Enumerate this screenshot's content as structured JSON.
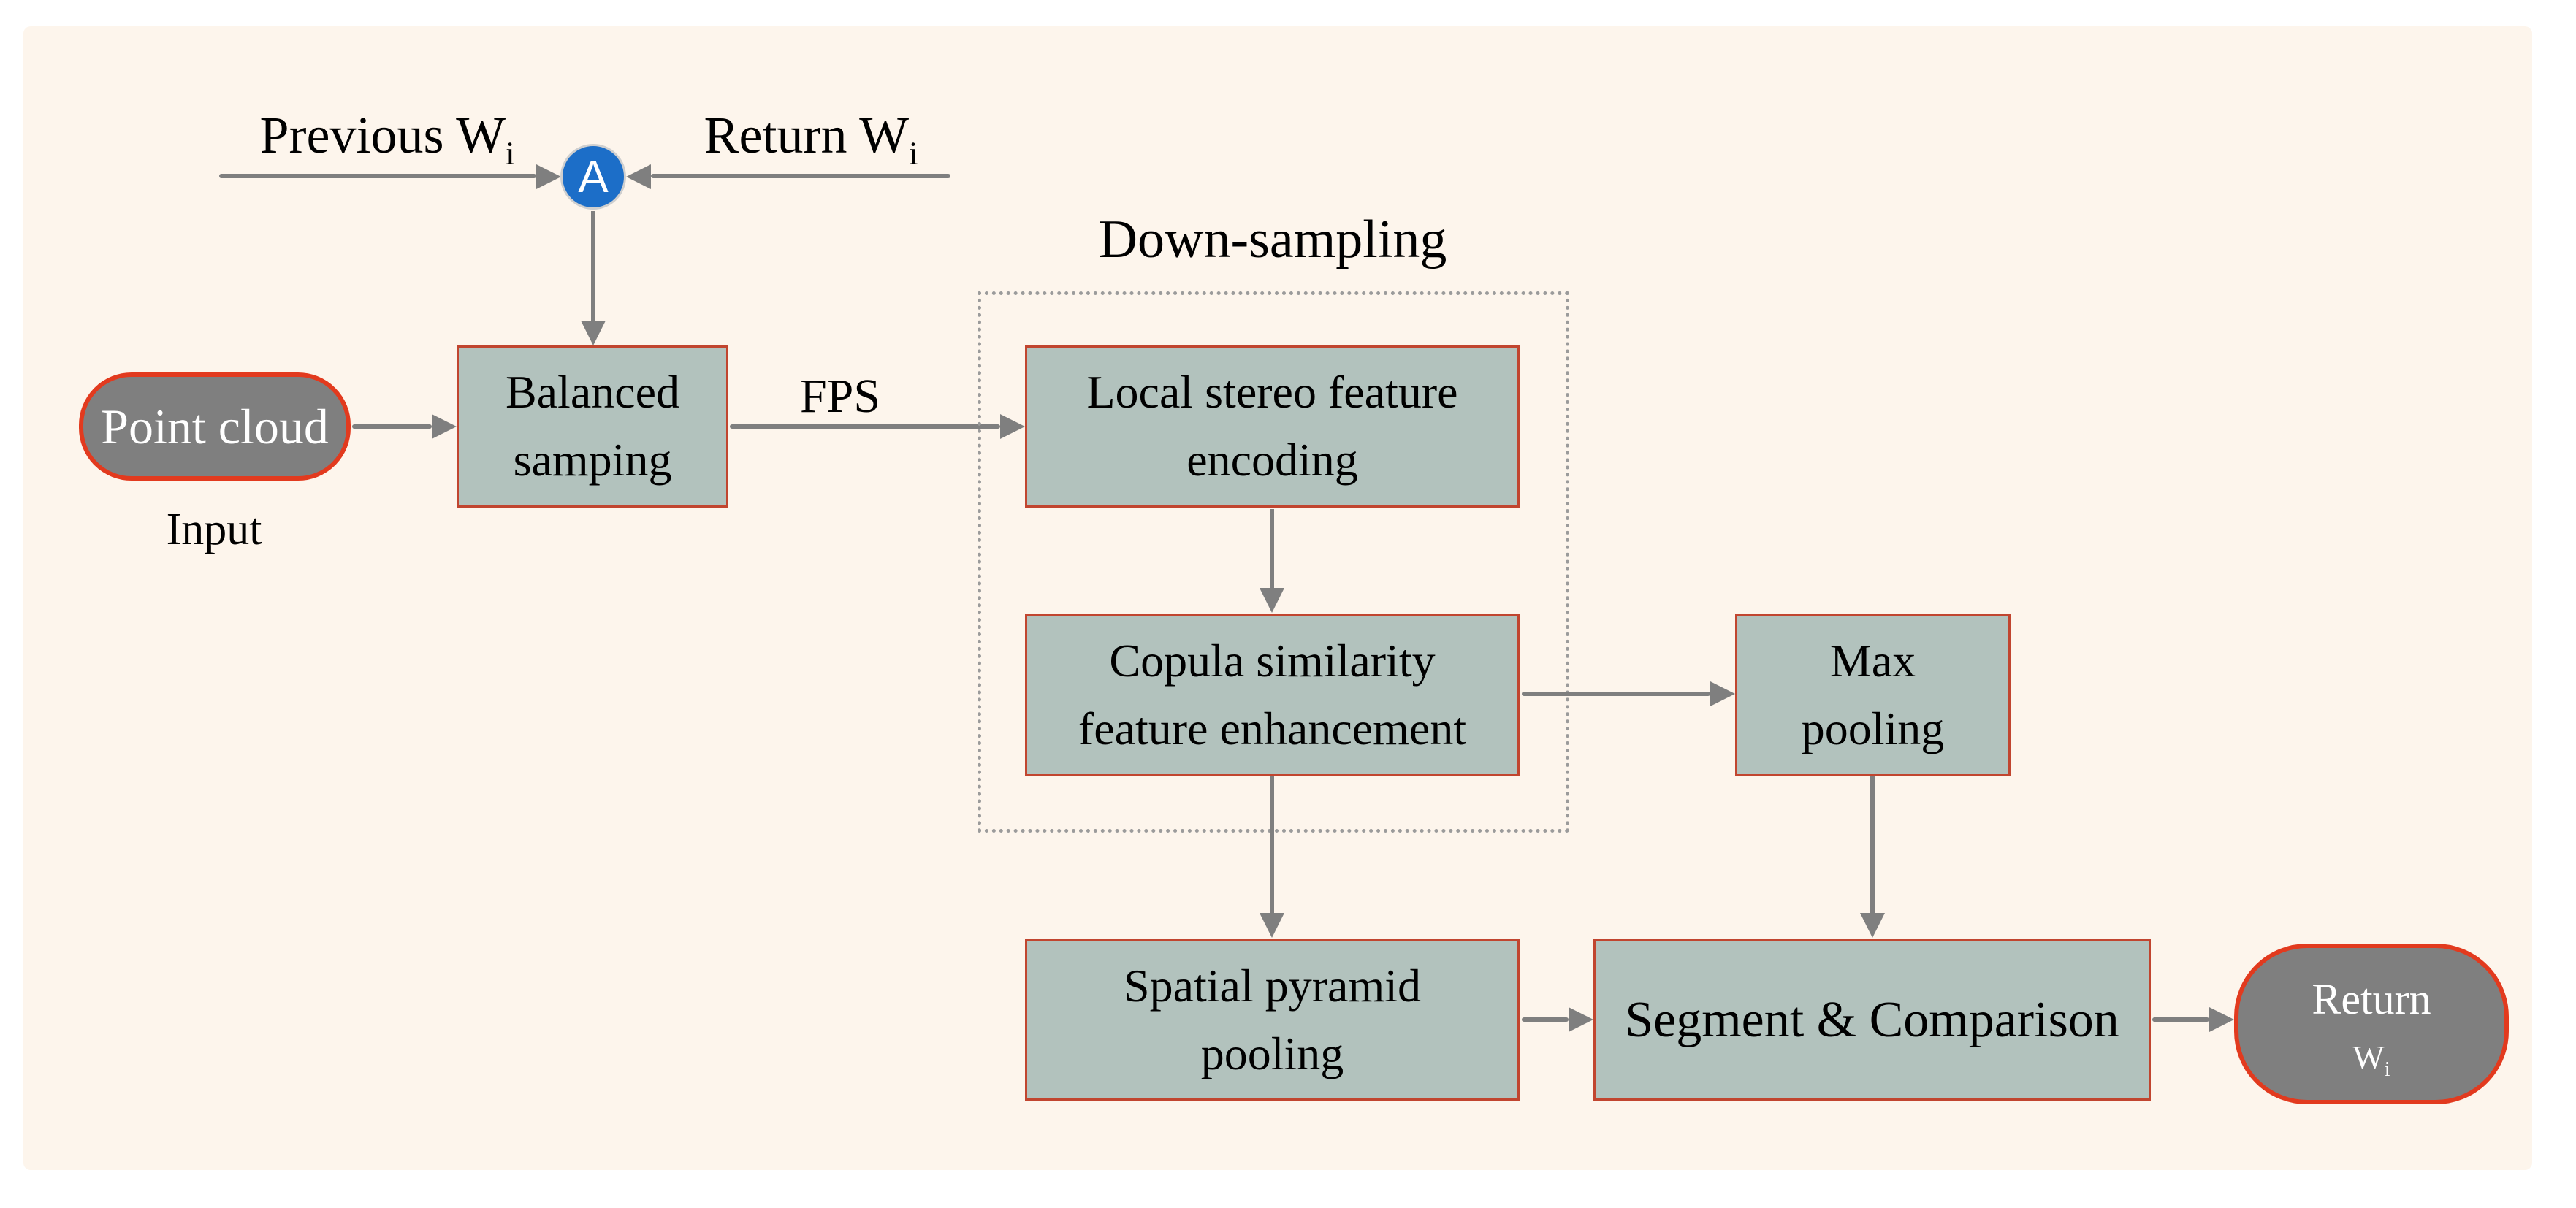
{
  "colors": {
    "page_background": "#ffffff",
    "panel_background": "#fdf5ec",
    "process_fill": "#b2c2bd",
    "process_border": "#c1452f",
    "terminal_fill": "#7f7f7f",
    "terminal_border": "#e23a1e",
    "terminal_text": "#ffffff",
    "connector_fill": "#1c6ec8",
    "arrow_gray": "#7f7f7f",
    "group_border_gray": "#9b9b9b",
    "text": "#000000"
  },
  "labels": {
    "previous_w": {
      "text": "Previous W",
      "sub": "i"
    },
    "return_w": {
      "text": "Return W",
      "sub": "i"
    },
    "connector": "A",
    "input_caption": "Input",
    "fps": "FPS",
    "group_title": "Down-sampling"
  },
  "nodes": {
    "point_cloud": {
      "label": "Point cloud"
    },
    "balanced_sampling": {
      "lines": [
        "Balanced",
        "samping"
      ]
    },
    "local_stereo": {
      "lines": [
        "Local stereo feature",
        "encoding"
      ]
    },
    "copula": {
      "lines": [
        "Copula similarity",
        "feature enhancement"
      ]
    },
    "max_pooling": {
      "lines": [
        "Max",
        "pooling"
      ]
    },
    "spatial_pyramid": {
      "lines": [
        "Spatial pyramid",
        "pooling"
      ]
    },
    "segment_comparison": {
      "lines": [
        "Segment & Comparison"
      ]
    },
    "return_terminal": {
      "line1": "Return",
      "line2_main": "W",
      "line2_sub": "i"
    }
  },
  "edges": [
    {
      "from": "previous-w-label",
      "to": "connector-a",
      "label": ""
    },
    {
      "from": "return-w-label",
      "to": "connector-a",
      "label": ""
    },
    {
      "from": "connector-a",
      "to": "balanced-sampling",
      "label": ""
    },
    {
      "from": "point-cloud",
      "to": "balanced-sampling",
      "label": ""
    },
    {
      "from": "balanced-sampling",
      "to": "local-stereo",
      "label": "FPS"
    },
    {
      "from": "local-stereo",
      "to": "copula",
      "label": ""
    },
    {
      "from": "copula",
      "to": "max-pooling",
      "label": ""
    },
    {
      "from": "copula",
      "to": "spatial-pyramid",
      "label": ""
    },
    {
      "from": "max-pooling",
      "to": "segment-comparison",
      "label": ""
    },
    {
      "from": "spatial-pyramid",
      "to": "segment-comparison",
      "label": ""
    },
    {
      "from": "segment-comparison",
      "to": "return-terminal",
      "label": ""
    }
  ]
}
